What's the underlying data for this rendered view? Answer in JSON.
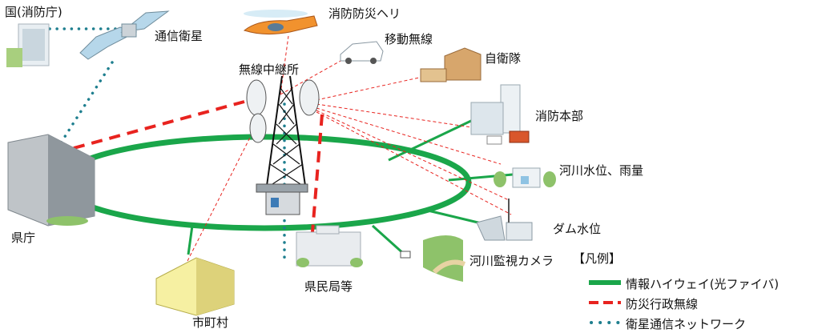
{
  "nodes": {
    "national": "国(消防庁)",
    "satellite": "通信衛星",
    "helicopter": "消防防災ヘリ",
    "mobile": "移動無線",
    "sdf": "自衛隊",
    "relay": "無線中継所",
    "fire_hq": "消防本部",
    "river_level": "河川水位、雨量",
    "prefecture": "県庁",
    "dam": "ダム水位",
    "camera": "河川監視カメラ",
    "regional": "県民局等",
    "municipality": "市町村"
  },
  "legend": {
    "title": "【凡例】",
    "items": [
      {
        "label": "情報ハイウェイ(光ファイバ)",
        "style": "solid",
        "color": "#1aa64a"
      },
      {
        "label": "防災行政無線",
        "style": "dashed",
        "color": "#e8231f"
      },
      {
        "label": "衛星通信ネットワーク",
        "style": "dotted",
        "color": "#1f7f8f"
      }
    ]
  },
  "colors": {
    "fiber": "#1aa64a",
    "radio": "#e8231f",
    "satellite": "#1f7f8f"
  }
}
